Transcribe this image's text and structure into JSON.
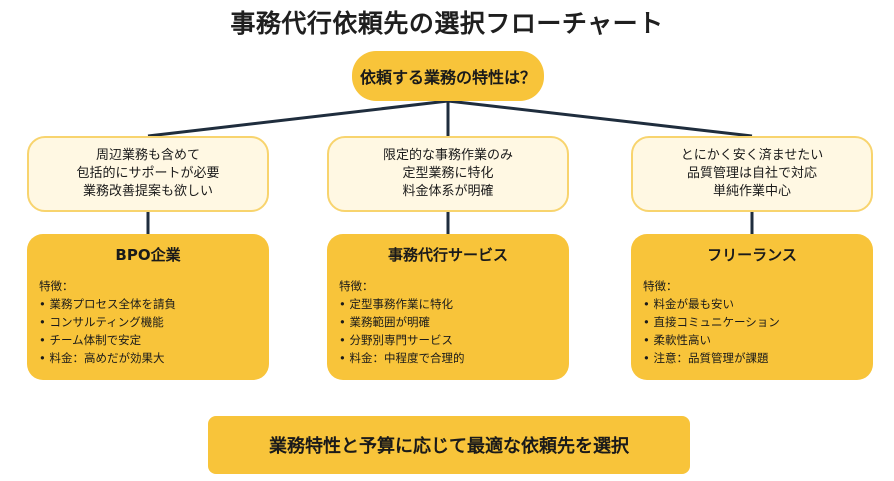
{
  "title": "事務代行依頼先の選択フローチャート",
  "question": "依頼する業務の特性は？",
  "branches": [
    {
      "criteria": [
        "周辺業務も含めて",
        "包括的にサポートが必要",
        "業務改善提案も欲しい"
      ],
      "name": "BPO企業",
      "features_label": "特徴：",
      "features": [
        "業務プロセス全体を請負",
        "コンサルティング機能",
        "チーム体制で安定",
        "料金：高めだが効果大"
      ]
    },
    {
      "criteria": [
        "限定的な事務作業のみ",
        "定型業務に特化",
        "料金体系が明確"
      ],
      "name": "事務代行サービス",
      "features_label": "特徴：",
      "features": [
        "定型事務作業に特化",
        "業務範囲が明確",
        "分野別専門サービス",
        "料金：中程度で合理的"
      ]
    },
    {
      "criteria": [
        "とにかく安く済ませたい",
        "品質管理は自社で対応",
        "単純作業中心"
      ],
      "name": "フリーランス",
      "features_label": "特徴：",
      "features": [
        "料金が最も安い",
        "直接コミュニケーション",
        "柔軟性高い",
        "注意：品質管理が課題"
      ]
    }
  ],
  "conclusion": "業務特性と予算に応じて最適な依頼先を選択",
  "colors": {
    "accent": "#f8c43a",
    "criteria_fill": "#fff8e3",
    "criteria_border": "#f8d46e",
    "connector": "#1f2d3d"
  }
}
